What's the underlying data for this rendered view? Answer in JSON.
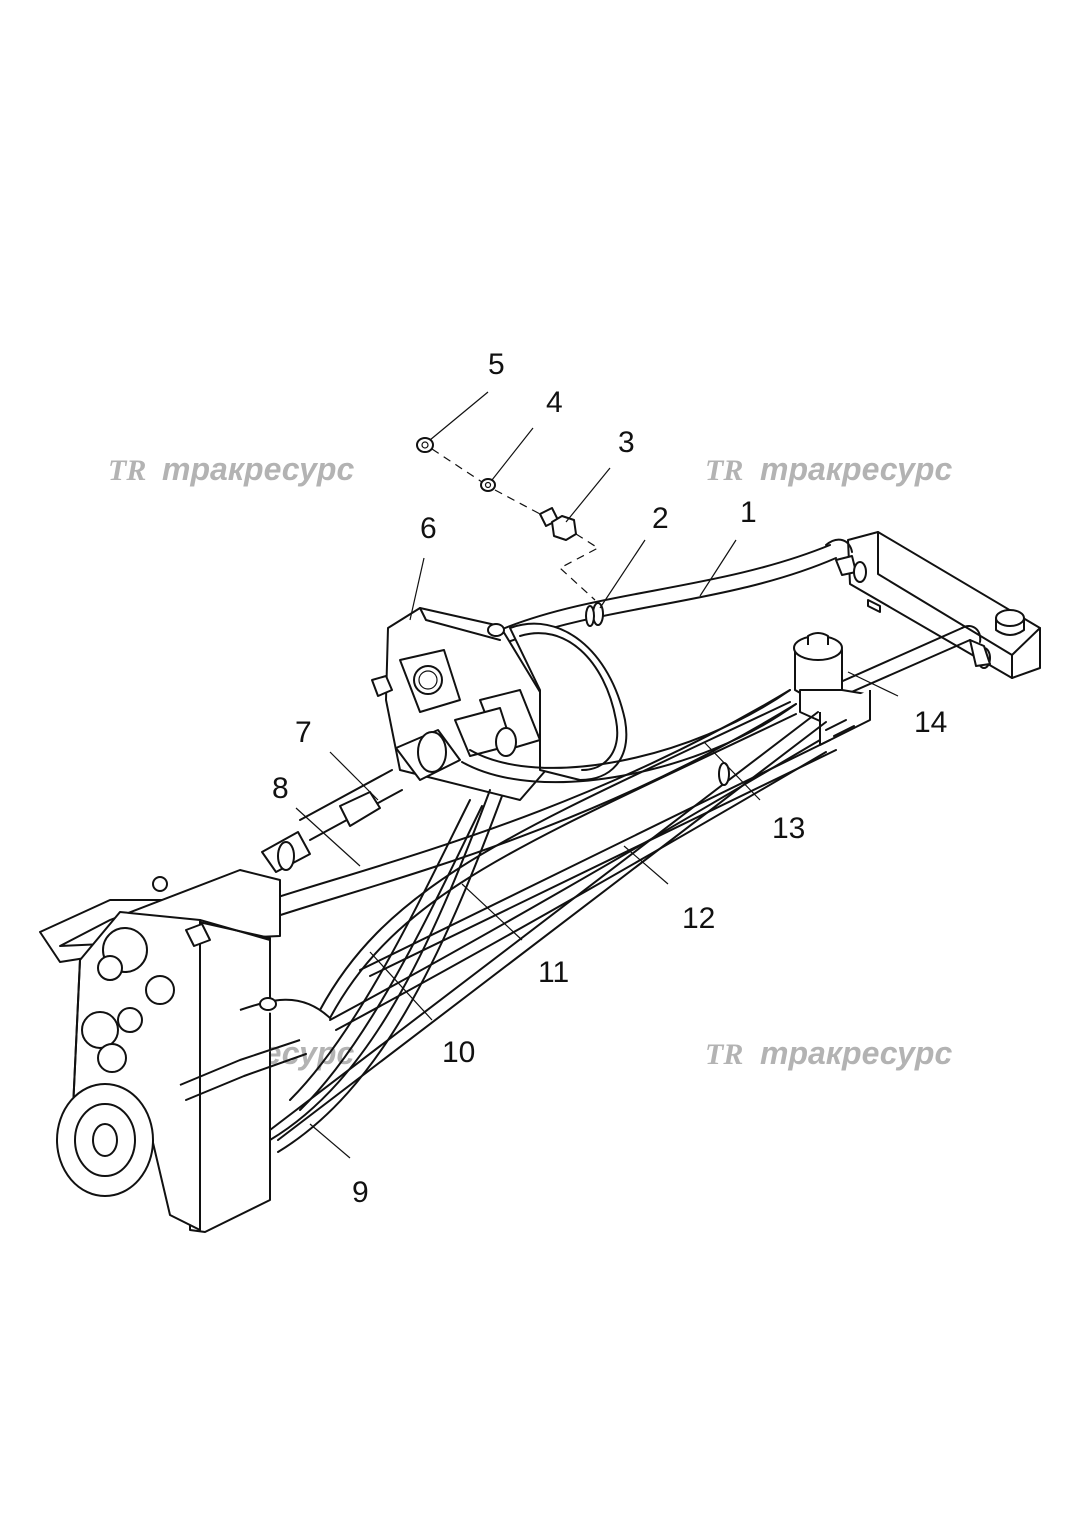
{
  "callouts": [
    "1",
    "2",
    "3",
    "4",
    "5",
    "6",
    "7",
    "8",
    "9",
    "10",
    "11",
    "12",
    "13",
    "14"
  ],
  "watermark": {
    "logo": "TR",
    "text": "тракресурс"
  },
  "colors": {
    "line": "#111111",
    "watermark": "#9a9a9a",
    "background": "#ffffff"
  }
}
